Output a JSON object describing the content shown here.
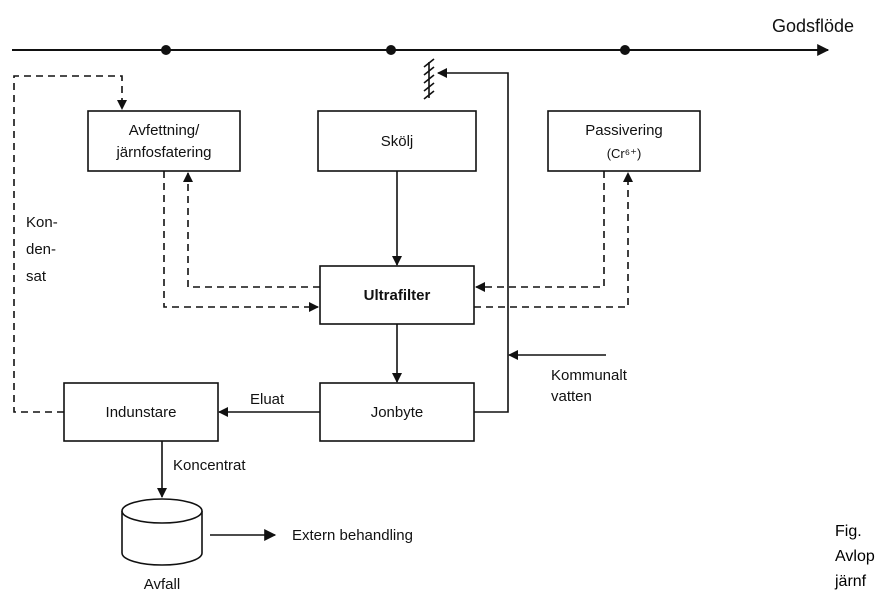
{
  "flow": {
    "label": "Godsflöde"
  },
  "boxes": {
    "avfettning": [
      "Avfettning/",
      "järnfosfatering"
    ],
    "skolj": "Skölj",
    "passivering": {
      "line1": "Passivering",
      "line2": "(Cr⁶⁺)"
    },
    "ultrafilter": "Ultrafilter",
    "jonbyte": "Jonbyte",
    "indunstare": "Indunstare"
  },
  "labels": {
    "kondensat": [
      "Kon-",
      "den-",
      "sat"
    ],
    "eluat": "Eluat",
    "kommunalt_vatten": [
      "Kommunalt",
      "vatten"
    ],
    "koncentrat": "Koncentrat",
    "extern_behandling": "Extern behandling",
    "avfall": "Avfall"
  },
  "caption": {
    "line1": "Fig. ",
    "line2": "Avlop",
    "line3": "järnf"
  }
}
